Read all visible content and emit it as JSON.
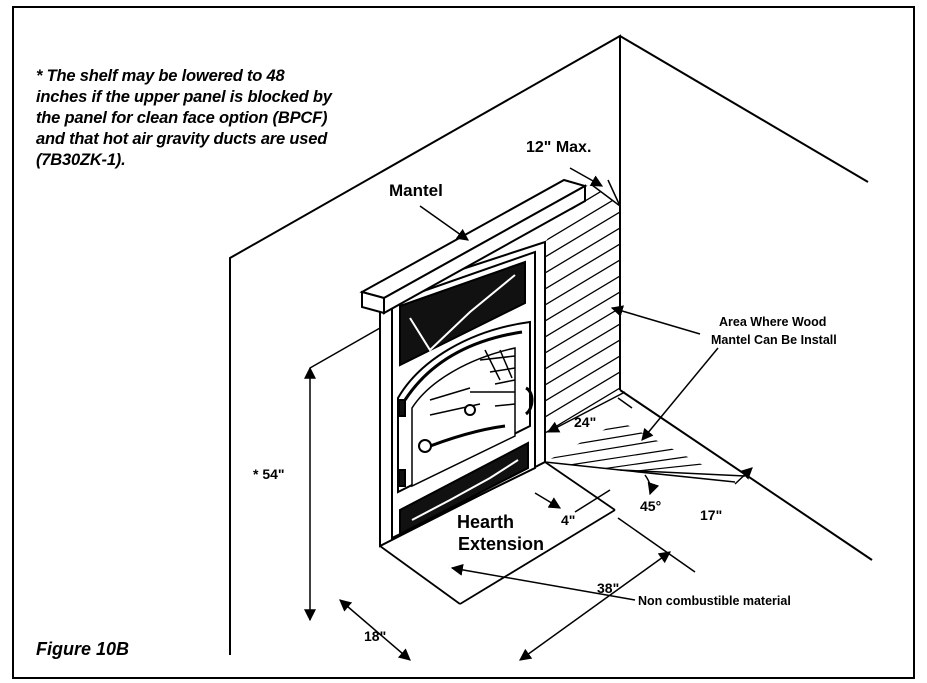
{
  "note": "* The shelf may be lowered to 48 inches if the upper panel is blocked by the panel for clean face option (BPCF) and that hot air gravity ducts are used (7B30ZK-1).",
  "labels": {
    "max12": "12\" Max.",
    "mantel": "Mantel",
    "area_line1": "Area Where Wood",
    "area_line2": "Mantel Can Be Install",
    "dim24": "24\"",
    "dim54": "* 54\"",
    "dim4": "4\"",
    "dim45": "45°",
    "dim17": "17\"",
    "hearth_line1": "Hearth",
    "hearth_line2": "Extension",
    "dim38": "38\"",
    "dim18": "18\"",
    "noncomb": "Non combustible material"
  },
  "figure": "Figure 10B",
  "colors": {
    "ink": "#000000",
    "paper": "#ffffff"
  }
}
